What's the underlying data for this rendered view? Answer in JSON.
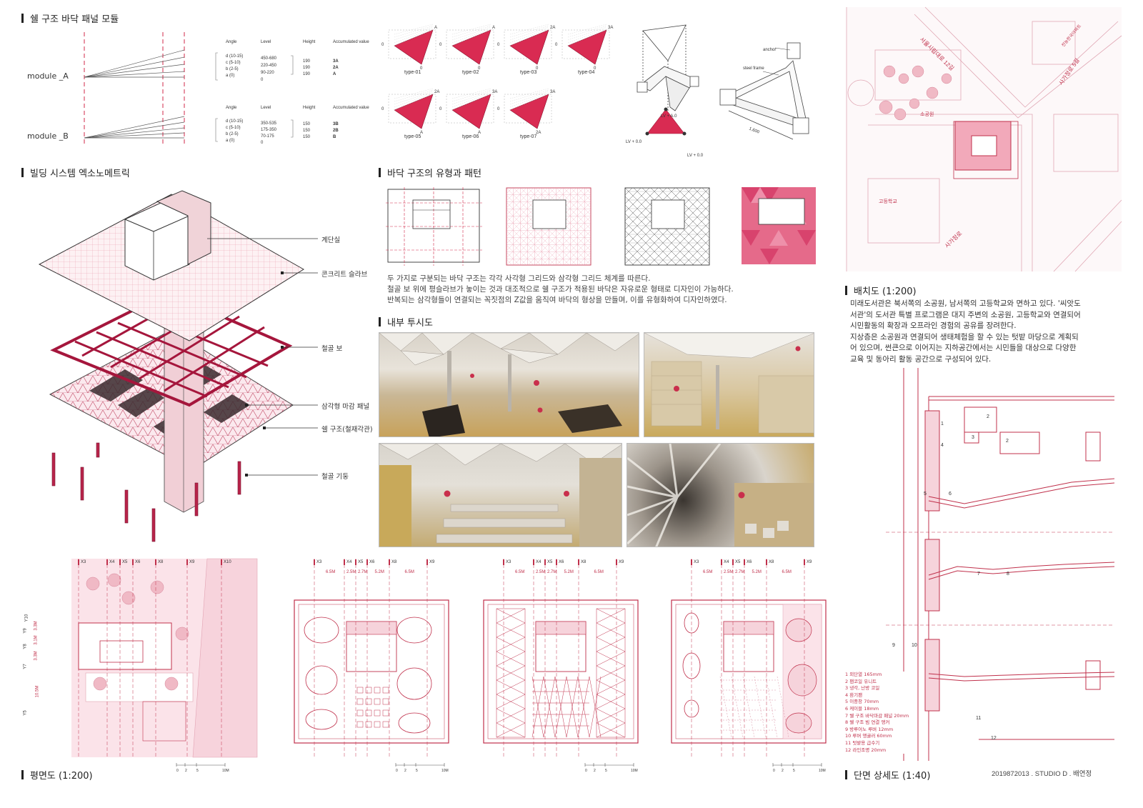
{
  "panel": {
    "title": "쉘 구조 바닥 패널 모듈",
    "module_a": "module _A",
    "module_b": "module _B",
    "headers": {
      "angle": "Angle",
      "level": "Level",
      "height": "Height",
      "accum": "Accumulated value"
    },
    "table_a": {
      "angles": [
        "d  (10-15)",
        "c  (5-10)",
        "b  (2-5)",
        "a  (0)"
      ],
      "levels": [
        "450-680",
        "220-450",
        "90-220",
        "0"
      ],
      "heights": [
        "190",
        "190",
        "190"
      ],
      "accum": [
        "3A",
        "2A",
        "A"
      ]
    },
    "table_b": {
      "angles": [
        "d  (10-15)",
        "c  (5-10)",
        "b  (2-5)",
        "a  (0)"
      ],
      "levels": [
        "350-535",
        "175-350",
        "70-175",
        "0"
      ],
      "heights": [
        "150",
        "150",
        "150"
      ],
      "accum": [
        "3B",
        "2B",
        "B"
      ]
    },
    "types_top": [
      {
        "name": "type-01",
        "labels": [
          "0",
          "A",
          "0"
        ]
      },
      {
        "name": "type-02",
        "labels": [
          "0",
          "A",
          "0"
        ]
      },
      {
        "name": "type-03",
        "labels": [
          "0",
          "2A",
          "0"
        ]
      },
      {
        "name": "type-04",
        "labels": [
          "0",
          "3A",
          "0"
        ]
      }
    ],
    "types_bottom": [
      {
        "name": "type-05",
        "labels": [
          "0",
          "2A",
          "A"
        ]
      },
      {
        "name": "type-06",
        "labels": [
          "0",
          "3A",
          "A"
        ]
      },
      {
        "name": "type-07",
        "labels": [
          "0",
          "3A",
          "2A"
        ]
      }
    ],
    "lv_labels": [
      "LV + A.0",
      "LV + 0.0",
      "LV + 0.0"
    ],
    "anchor": "anchor",
    "steel_frame": "steel frame",
    "dim": "1,600"
  },
  "axo": {
    "title": "빌딩 시스템 엑소노메트릭",
    "labels": [
      "계단실",
      "콘크리트 슬라브",
      "철골 보",
      "삼각형 마감 패널",
      "쉘 구조(철재각관)",
      "철골 기둥"
    ]
  },
  "floor_types": {
    "title": "바닥 구조의 유형과 패턴",
    "desc": [
      "두 가지로 구분되는 바닥 구조는 각각 사각형 그리드와 삼각형 그리드 체계를 따른다.",
      "철골 보 위에 평슬라브가 놓이는 것과 대조적으로 쉘 구조가 적용된 바닥은 자유로운 형태로 디자인이 가능하다.",
      "반복되는 삼각형들이 연결되는 꼭짓점의 Z값을 움직여 바닥의 형상을 만들며, 이를 유형화하여 디자인하였다."
    ]
  },
  "interior": {
    "title": "내부 투시도"
  },
  "site": {
    "title": "배치도 (1:200)",
    "desc": [
      "미래도서관은 북서쪽의 소공원, 남서쪽의 고등학교와 면하고 있다. '씨앗도",
      "서관'의 도서관 특별 프로그램은 대지 주변의 소공원, 고등학교와 연결되어",
      "시민활동의 확장과 오프라인 경험의 공유를 장려한다.",
      "지상층은 소공원과 연결되어 생태체험을 할 수 있는 텃밭 마당으로 계획되",
      "어 있으며, 썬큰으로 이어지는 지하공간에서는 시민들을 대상으로 다양한",
      "교육 및 동아리 활동 공간으로 구성되어 있다."
    ],
    "map_labels": [
      "서울시립대로 12길",
      "소공원",
      "고등학교",
      "사가정로",
      "사가정로 5길",
      "전농한국아파트"
    ]
  },
  "plans": {
    "title": "평면도 (1:200)",
    "grid_x": [
      "X3",
      "X4",
      "X5",
      "X6",
      "X8",
      "X9"
    ],
    "grid_x_first": [
      "X3",
      "X4",
      "X5",
      "X6",
      "X8",
      "X9",
      "X10"
    ],
    "dims": [
      "6.5M",
      "2.5M",
      "2.7M",
      "5.2M",
      "6.5M"
    ],
    "grid_y": [
      "Y10",
      "Y9",
      "Y8",
      "Y7",
      "Y5"
    ],
    "dims_y": [
      "3.3M",
      "3.1M",
      "3.3M",
      "10.5M"
    ],
    "scale": [
      "0",
      "2",
      "5",
      "10M"
    ]
  },
  "section": {
    "title": "단면 상세도 (1:40)",
    "legend": [
      "1 외단열 165mm",
      "2 팬코일 유니트",
      "3 냉각, 난방 코일",
      "4 환기팬",
      "5 이중창 70mm",
      "6 케이블 18mm",
      "7 쉘 구조 바닥마감 패널 20mm",
      "8 쉘 구조 빔 연결 앵커",
      "9 방루어노 루버 12mm",
      "10 루버 앵귤러 60mm",
      "11 텃밭용 급수기",
      "12 라인조명 20mm"
    ],
    "numbers": [
      "1",
      "2",
      "3",
      "4",
      "2",
      "5",
      "6",
      "7",
      "8",
      "9",
      "10",
      "11",
      "12"
    ]
  },
  "footer": {
    "credit": "2019872013 . STUDIO D . 배연정"
  }
}
